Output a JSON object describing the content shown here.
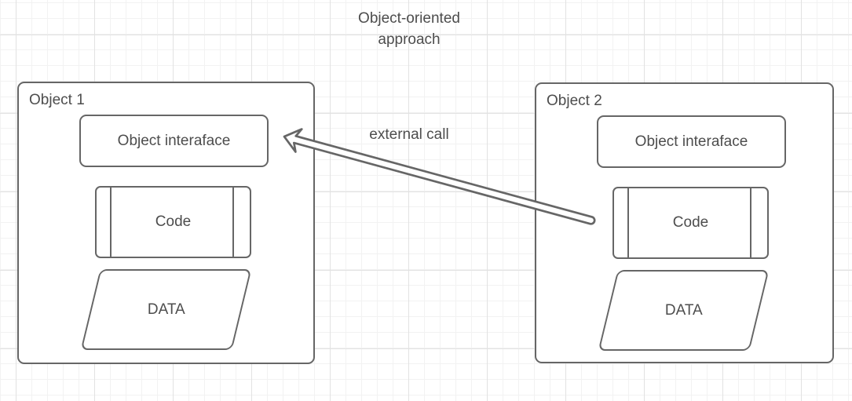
{
  "diagram": {
    "title_line1": "Object-oriented",
    "title_line2": "approach",
    "objects": [
      {
        "label": "Object 1",
        "interface_label": "Object interaface",
        "code_label": "Code",
        "data_label": "DATA"
      },
      {
        "label": "Object 2",
        "interface_label": "Object interaface",
        "code_label": "Code",
        "data_label": "DATA"
      }
    ],
    "edge": {
      "label": "external call",
      "from": "Object 2 Code",
      "to": "Object 1 Object interaface"
    }
  },
  "colors": {
    "shape_border": "#666666",
    "shape_fill": "#ffffff",
    "text": "#4d4d4d",
    "grid_minor": "#f2f2f2",
    "grid_major": "#e2e2e2",
    "background": "#ffffff"
  }
}
